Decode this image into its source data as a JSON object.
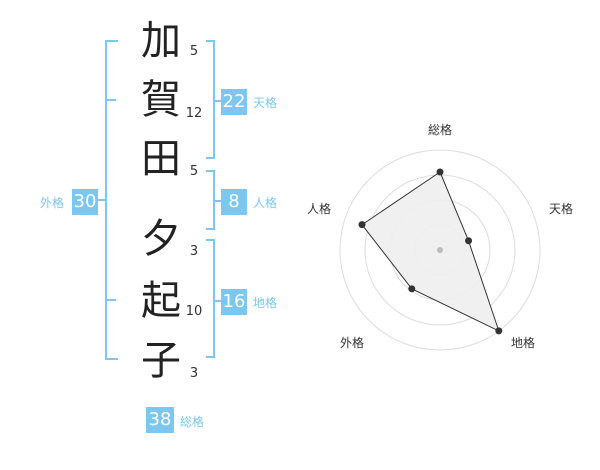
{
  "name_chars": [
    {
      "char": "加",
      "strokes": "5"
    },
    {
      "char": "賀",
      "strokes": "12"
    },
    {
      "char": "田",
      "strokes": "5"
    },
    {
      "char": "夕",
      "strokes": "3"
    },
    {
      "char": "起",
      "strokes": "10"
    },
    {
      "char": "子",
      "strokes": "3"
    }
  ],
  "fortunes": {
    "tenkaku": {
      "value": "22",
      "label": "天格"
    },
    "jinkaku": {
      "value": "8",
      "label": "人格"
    },
    "chikaku": {
      "value": "16",
      "label": "地格"
    },
    "gaikaku": {
      "value": "30",
      "label": "外格"
    },
    "soukaku": {
      "value": "38",
      "label": "総格"
    }
  },
  "radar": {
    "axes": [
      "総格",
      "天格",
      "地格",
      "外格",
      "人格"
    ],
    "values": [
      0.78,
      0.3,
      1.0,
      0.48,
      0.82
    ],
    "ring_count": 4,
    "colors": {
      "ring": "#dddddd",
      "fill": "#eeeeee",
      "line": "#333333",
      "point": "#333333",
      "center": "#bbbbbb"
    }
  },
  "colors": {
    "accent": "#7cc7ef",
    "bracket": "#7cc7ef",
    "text": "#222222"
  }
}
